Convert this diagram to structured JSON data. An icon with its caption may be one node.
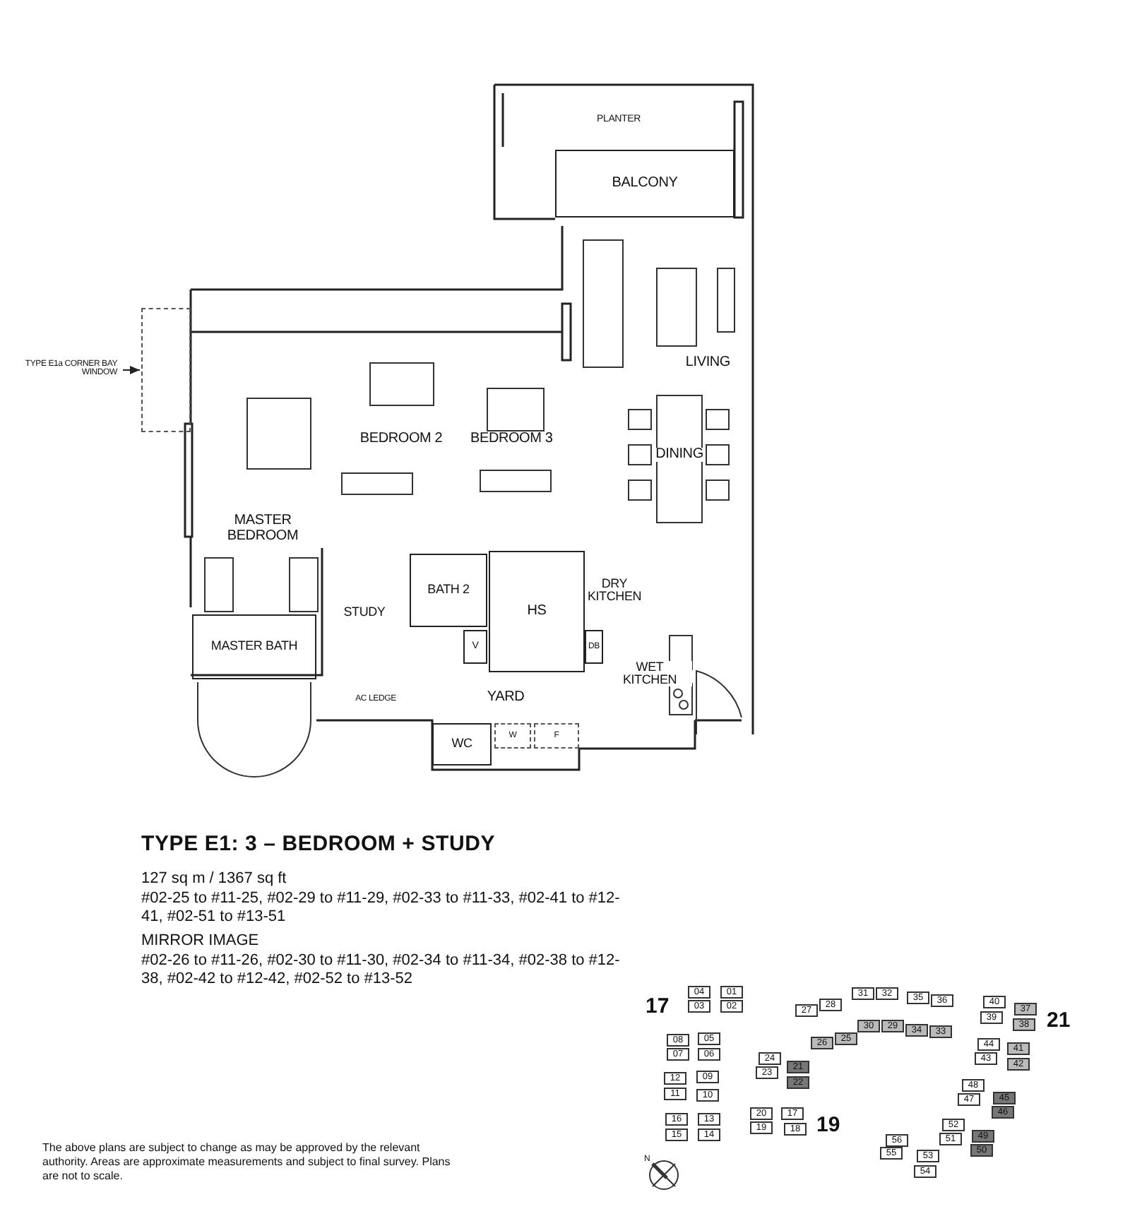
{
  "diagram": {
    "title": "TYPE E1: 3 – BEDROOM + STUDY",
    "nodes": [
      {
        "text": [
          "PLANTER"
        ]
      },
      {
        "text": [
          "BALCONY"
        ]
      },
      {
        "text": [
          "LIVING"
        ]
      },
      {
        "text": [
          "DINING"
        ]
      },
      {
        "text": [
          "MASTER BEDROOM"
        ]
      },
      {
        "text": [
          "BEDROOM 2"
        ]
      },
      {
        "text": [
          "BEDROOM 3"
        ]
      },
      {
        "text": [
          "STUDY"
        ]
      },
      {
        "text": [
          "BATH 2"
        ]
      },
      {
        "text": [
          "HS"
        ]
      },
      {
        "text": [
          "DRY KITCHEN"
        ]
      },
      {
        "text": [
          "MASTER BATH"
        ]
      },
      {
        "text": [
          "AC LEDGE"
        ]
      },
      {
        "text": [
          "YARD"
        ]
      },
      {
        "text": [
          "WET KITCHEN"
        ]
      },
      {
        "text": [
          "WC"
        ]
      },
      {
        "text": [
          "W"
        ]
      },
      {
        "text": [
          "F"
        ]
      },
      {
        "text": [
          "DB"
        ]
      },
      {
        "text": [
          "V"
        ]
      },
      {
        "text": [
          "TYPE E1a CORNER BAY WINDOW"
        ]
      },
      {
        "text": [],
        "shape": "box"
      }
    ],
    "edges": [
      {
        "from": 20,
        "to": 21,
        "arrow": "to"
      }
    ],
    "labels": [
      "127 sq m / 1367 sq ft",
      "#02-25 to #11-25, #02-29 to #11-29, #02-33 to #11-33, #02-41 to #12-41, #02-51 to #13-51",
      "MIRROR IMAGE",
      "#02-26 to #11-26, #02-30 to #11-30, #02-34 to #11-34, #02-38 to #12-38, #02-42 to #12-42, #02-52 to #13-52",
      "17",
      "04",
      "01",
      "03",
      "02",
      "08",
      "05",
      "07",
      "06",
      "12",
      "09",
      "11",
      "10",
      "16",
      "13",
      "15",
      "14",
      "24",
      "21",
      "23",
      "22",
      "20",
      "17",
      "19",
      "18",
      "19",
      "27",
      "28",
      "26",
      "25",
      "31",
      "32",
      "30",
      "29",
      "35",
      "36",
      "34",
      "33",
      "40",
      "37",
      "39",
      "38",
      "21",
      "44",
      "41",
      "43",
      "42",
      "48",
      "47",
      "45",
      "46",
      "52",
      "51",
      "49",
      "50",
      "56",
      "55",
      "53",
      "54",
      "N",
      "The above plans are subject to change as may be approved by the relevant authority. Areas are approximate measurements and subject to final survey. Plans are not to scale."
    ]
  }
}
